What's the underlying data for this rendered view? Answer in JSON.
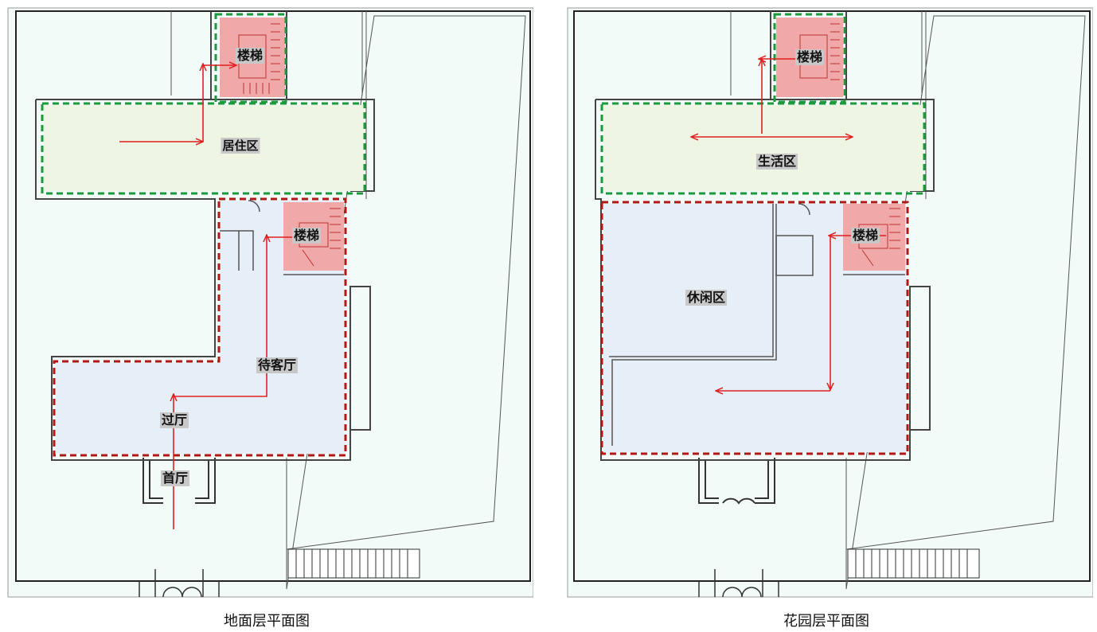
{
  "left_plan": {
    "caption": "地面层平面图",
    "labels": {
      "stair_top": "楼梯",
      "living": "居住区",
      "stair_mid": "楼梯",
      "reception": "待客厅",
      "passage": "过厅",
      "entrance": "首厅"
    }
  },
  "right_plan": {
    "caption": "花园层平面图",
    "labels": {
      "stair_top": "楼梯",
      "life": "生活区",
      "stair_mid": "楼梯",
      "leisure": "休闲区"
    }
  },
  "colors": {
    "green_zone_border": "#1a9a3a",
    "red_zone_border": "#b01818",
    "stair_fill": "#f0a8a8",
    "green_zone_fill": "#eef5e2",
    "blue_zone_fill": "#e6eef7",
    "arrow": "#e02020",
    "background": "#f3fbf8"
  }
}
